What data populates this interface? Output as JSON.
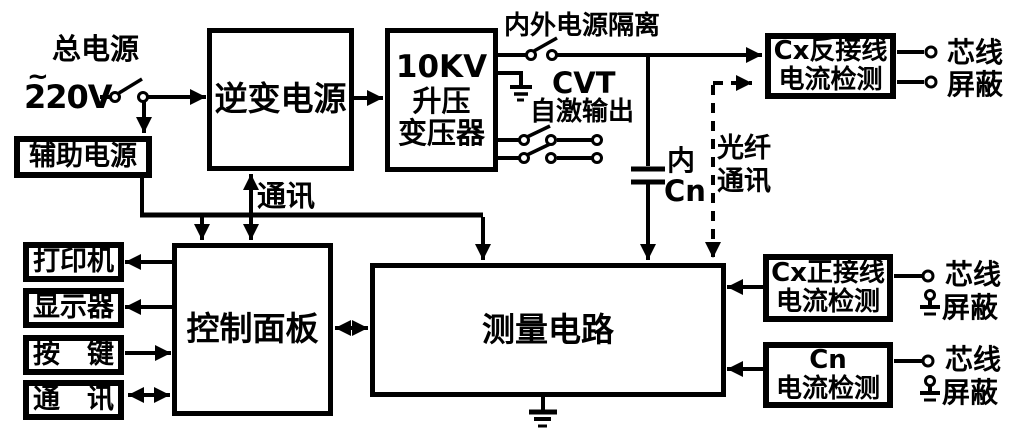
{
  "colors": {
    "background": "#ffffff",
    "ink": "#000000"
  },
  "power": {
    "main_label": "总电源",
    "tilde": "~",
    "voltage": "220V"
  },
  "boxes": {
    "inverter": "逆变电源",
    "transformer_l1": "10KV",
    "transformer_l2": "升压",
    "transformer_l3": "变压器",
    "aux": "辅助电源",
    "printer": "打印机",
    "display": "显示器",
    "keys": "按　键",
    "comm_port": "通　讯",
    "panel": "控制面板",
    "measure": "测量电路",
    "cx_rev_l1": "Cx反接线",
    "cx_rev_l2": "电流检测",
    "cx_pos_l1": "Cx正接线",
    "cx_pos_l2": "电流检测",
    "cn_l1": "Cn",
    "cn_l2": "电流检测"
  },
  "annotations": {
    "isolation": "内外电源隔离",
    "cvt": "CVT",
    "self_excite": "自激输出",
    "cap_nei": "内",
    "cap_cn": "Cn",
    "fiber_l1": "光纤",
    "fiber_l2": "通讯",
    "comm_link": "通讯"
  },
  "terminals": [
    {
      "core": "芯线",
      "shield": "屏蔽"
    },
    {
      "core": "芯线",
      "shield": "屏蔽"
    },
    {
      "core": "芯线",
      "shield": "屏蔽"
    }
  ]
}
